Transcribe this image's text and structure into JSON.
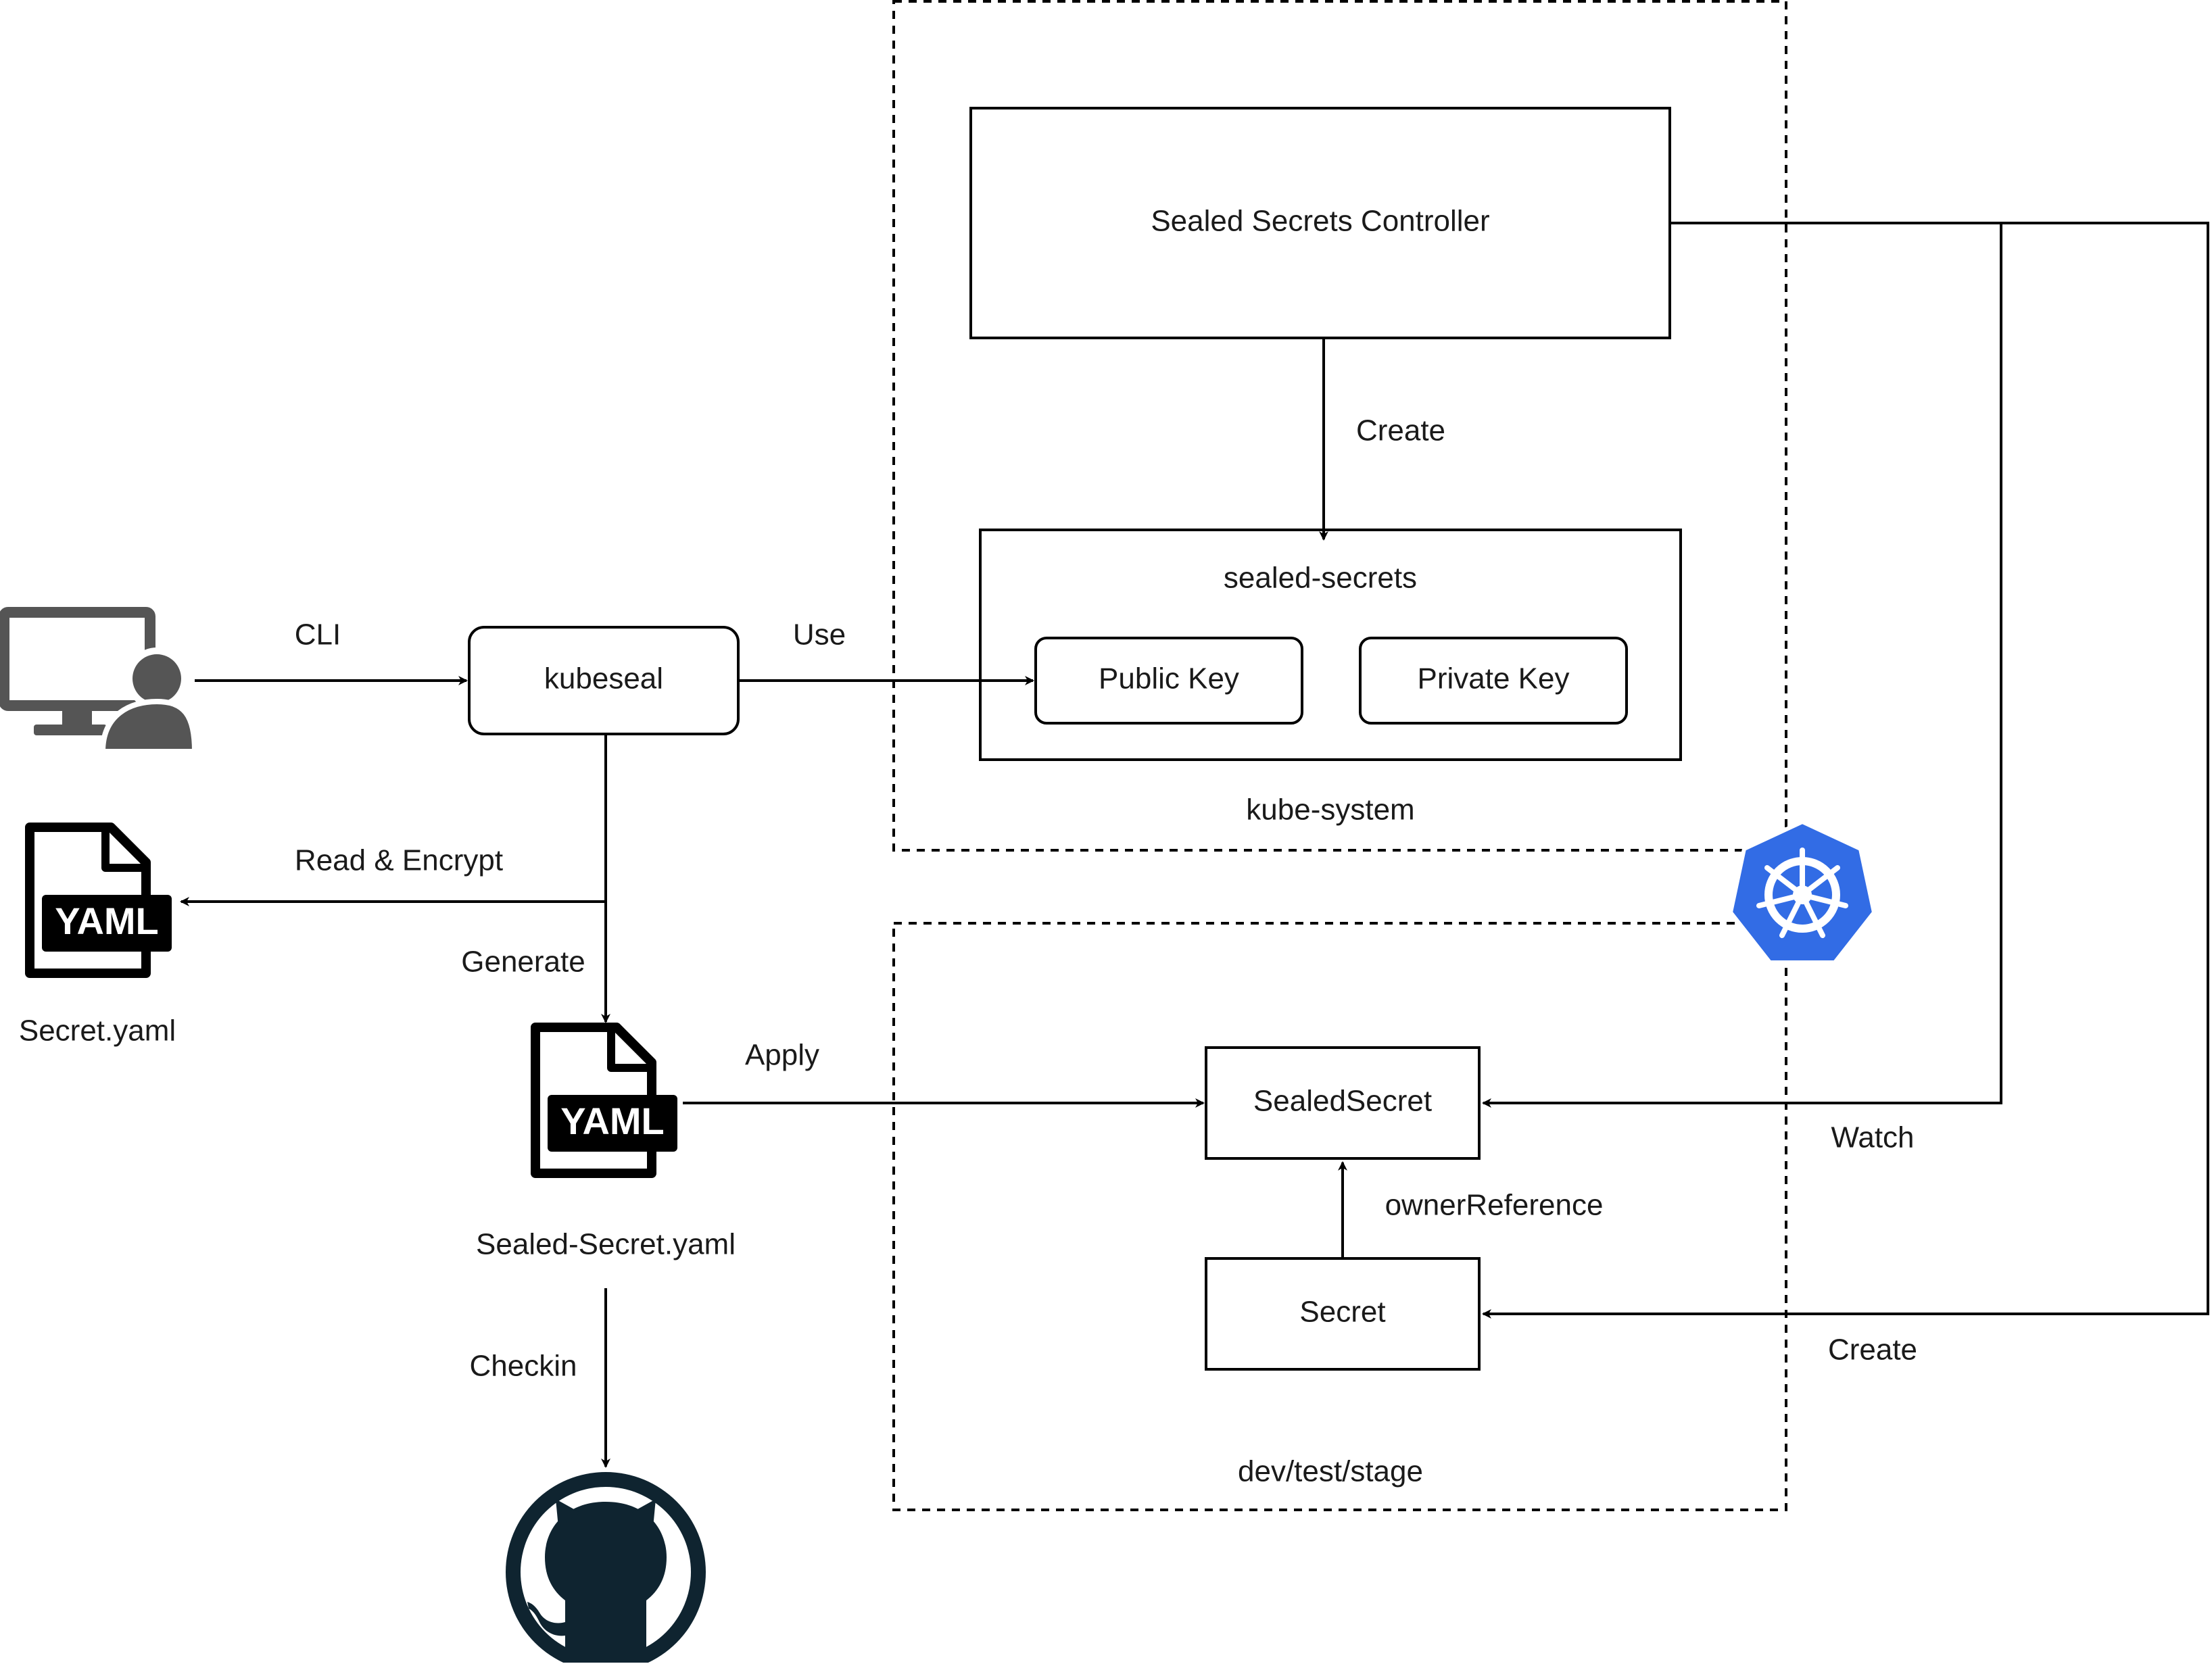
{
  "nodes": {
    "controller": "Sealed Secrets Controller",
    "sealed_secrets_group": "sealed-secrets",
    "public_key": "Public Key",
    "private_key": "Private Key",
    "kube_system": "kube-system",
    "kubeseal": "kubeseal",
    "secret_yaml": "Secret.yaml",
    "sealed_secret_yaml": "Sealed-Secret.yaml",
    "sealed_secret": "SealedSecret",
    "secret": "Secret",
    "dev_test_stage": "dev/test/stage",
    "yaml_badge": "YAML"
  },
  "edges": {
    "cli": "CLI",
    "use": "Use",
    "create_keys": "Create",
    "read_encrypt": "Read & Encrypt",
    "generate": "Generate",
    "apply": "Apply",
    "watch": "Watch",
    "owner_reference": "ownerReference",
    "create_secret": "Create",
    "checkin": "Checkin"
  },
  "icons": {
    "user": "user-at-computer-icon",
    "yaml": "yaml-file-icon",
    "kubernetes": "kubernetes-icon",
    "github": "github-icon"
  },
  "colors": {
    "kubernetes_blue": "#326CE5",
    "github_dark": "#0F2430",
    "user_gray": "#555555"
  }
}
